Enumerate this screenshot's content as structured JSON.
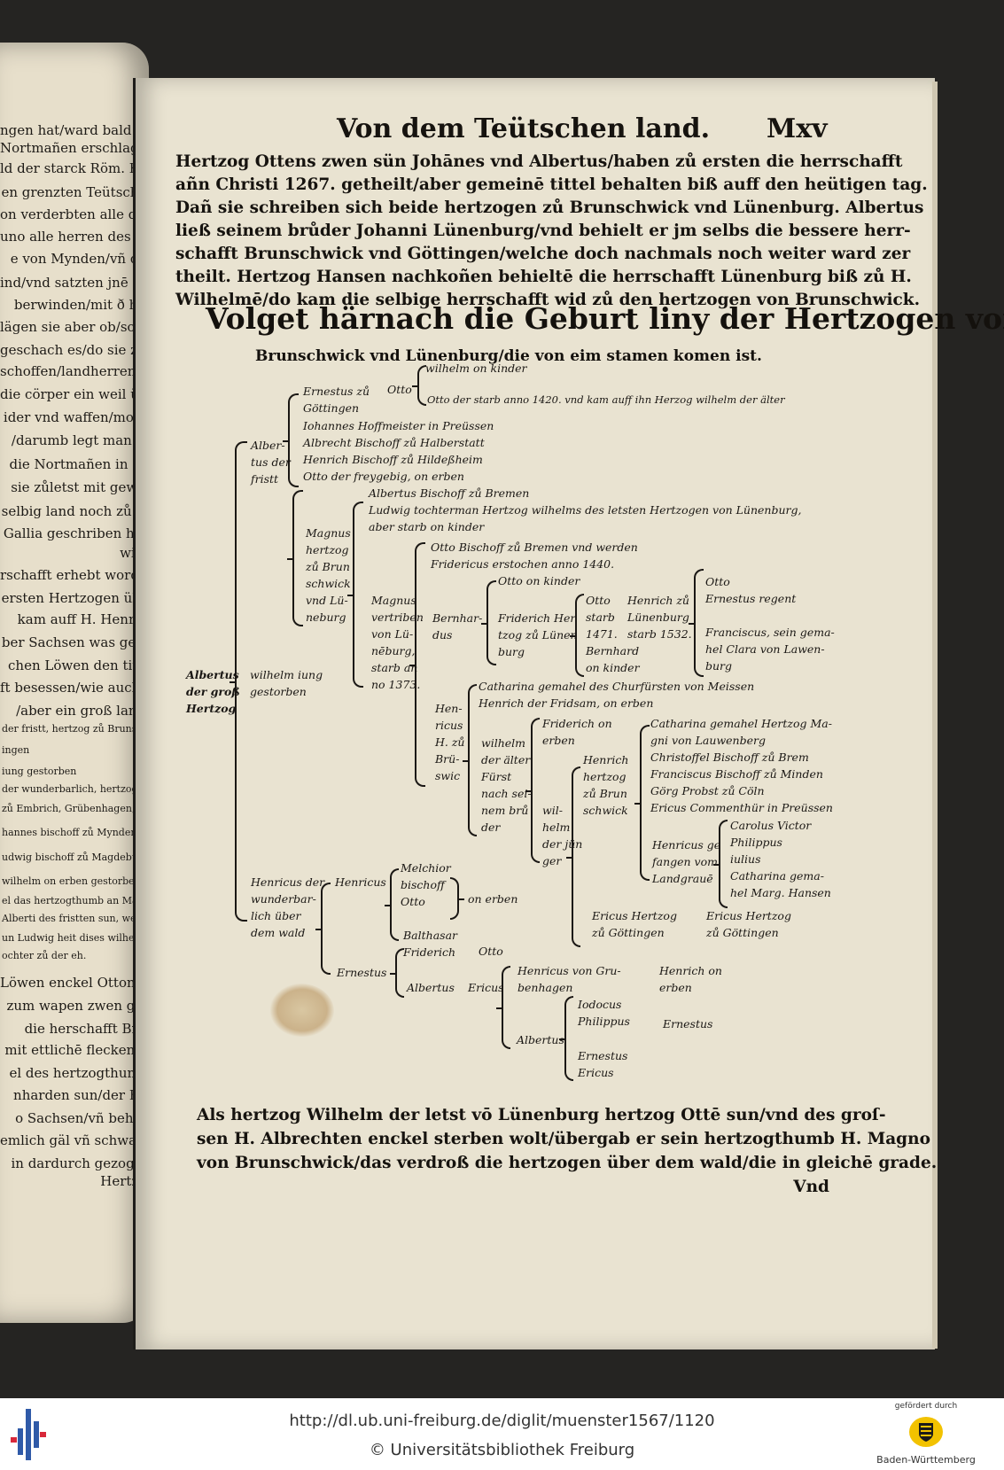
{
  "left_page": {
    "lines": [
      "ngen hat/ward bald her",
      "Nortmañen erschlagen/",
      "ld der starck Röm. Key.",
      "en grenzten Teütschen",
      "on verderbten alle ding",
      "uno alle herren des lāds/",
      "e von Mynden/vñ den",
      "ind/vnd satzten jnē auch",
      "berwinden/mit ð hoff",
      "lägen sie aber ob/so wol",
      "geschach es/do sie zů bei",
      "schoffen/landherren/rit",
      "die cörper ein weil über",
      "ider vnd waffen/mocht",
      "/darumb legt man sie",
      "die Nortmañen in Gal",
      "sie zůletst mit gewalt",
      "selbig land noch zů zei",
      "Gallia geschriben hab.",
      "wick.",
      "rschafft erhebt worden",
      "ersten Hertzogen über",
      "kam auff H. Henrich",
      "ber Sachsen was gewe",
      "chen Löwen den tittel",
      "ft besessen/wie auch da",
      "/aber ein groß landt.",
      "der fristt, hertzog zů Brunschwick",
      "ingen",
      "iung gestorben",
      "der wunderbarlich, hertzog über",
      "zů Embrich, Grübenhagen, &c.",
      "hannes bischoff zů Mynden",
      "udwig bischoff zů Magdeburg",
      "wilhelm on erben gestorben, do",
      "el das hertzogthumb an Magnum",
      "Alberti des fristten sun, welcher",
      "un Ludwig heit dises wilhelmen",
      "ochter zů der eh.",
      "Löwen enckel Ottonem",
      "zum wapen zwen gäle",
      "die herschafft Brun",
      "mit ettlichē flecken/wi",
      "el des hertzogthumbs",
      "nharden sun/der Her",
      "o Sachsen/vñ behielt",
      "emlich gäl vñ schwartz",
      "in dardurch gezogen.",
      "Hertzog"
    ]
  },
  "header": {
    "title": "Von dem Teütschen land.",
    "folio": "Mxv"
  },
  "intro": [
    "Hertzog Ottens zwen sün Johānes vnd Albertus/haben zů ersten die herrschafft",
    "añn Christi 1267. getheilt/aber gemeinē tittel behalten biß auff den heütigen tag.",
    "Dañ sie schreiben sich beide hertzogen zů Brunschwick vnd Lünenburg. Albertus",
    "ließ seinem brůder Johanni Lünenburg/vnd behielt er jm selbs die bessere herr-",
    "schafft Brunschwick vnd Göttingen/welche doch nachmals noch weiter ward zer",
    "theilt. Hertzog Hansen nachkoñen behieltē die herrschafft Lünenburg biß zů H.",
    "Wilhelmē/do kam die selbige herrschafft wid zů den hertzogen von Brunschwick."
  ],
  "genealogy": {
    "title": "Volget härnach die Geburt liny der Hertzogen von",
    "subtitle": "Brunschwick vnd Lünenburg/die von eim stamen komen ist.",
    "otto_wilhelm": "wilhelm on kinder",
    "otto_label": "Otto",
    "otto_died": "Otto der starb anno 1420. vnd kam auff ihn Herzog wilhelm der älter",
    "ernestus_gott": [
      "Ernestus zů",
      "Göttingen"
    ],
    "albertus_sons": [
      "Iohannes Hoffmeister in Preüssen",
      "Albrecht Bischoff zů Halberstatt",
      "Henrich Bischoff zů Hildeßheim",
      "Otto der freygebig, on erben"
    ],
    "albertus_fristt": [
      "Alber-",
      "tus der",
      "fristt"
    ],
    "magnus_sons": [
      "Albertus Bischoff zů Bremen",
      "Ludwig tochterman Hertzog wilhelms des letsten Hertzogen von Lünenburg,",
      "aber starb on kinder"
    ],
    "magnus": [
      "Magnus",
      "hertzog",
      "zů Brun",
      "schwick",
      "vnd Lü-",
      "neburg"
    ],
    "magnus_vert": [
      "Magnus",
      "vertriben",
      "von Lü-",
      "nēburg,",
      "starb an",
      "no 1373."
    ],
    "bernhard_sons": [
      "Otto Bischoff zů Bremen vnd werden",
      "Fridericus erstochen anno 1440."
    ],
    "otto_on_kinder": "Otto on kinder",
    "bernhardus": [
      "Bernhar-",
      "dus"
    ],
    "friderich_her": [
      "Friderich Her",
      "tzog zů Lünen",
      "burg"
    ],
    "otto_starb": [
      "Otto",
      "starb",
      "1471."
    ],
    "bernhard_on": [
      "Bernhard",
      "on kinder"
    ],
    "henrich_lun": [
      "Henrich zů",
      "Lünenburg",
      "starb 1532."
    ],
    "henrich_sons": [
      "Otto",
      "Ernestus regent",
      "",
      "Franciscus, sein gema-",
      "hel Clara von Lawen-",
      "burg"
    ],
    "albertus_gross": [
      "Albertus",
      "der groß",
      "Hertzog"
    ],
    "wilhelm_iung": [
      "wilhelm iung",
      "gestorben"
    ],
    "henricus_sons": [
      "Catharina gemahel des Churfürsten von Meissen",
      "Henrich der Fridsam, on erben"
    ],
    "henricus": [
      "Hen-",
      "ricus",
      "H. zů",
      "Brü-",
      "swic"
    ],
    "wilhelm_alter": [
      "wilhelm",
      "der älter",
      "Fürst",
      "nach sei-",
      "nem brů",
      "der"
    ],
    "friderich_on": [
      "Friderich on",
      "erben"
    ],
    "wilhelm_iunger": [
      "wil-",
      "helm",
      "der jün",
      "ger"
    ],
    "henrich_brun": [
      "Henrich",
      "hertzog",
      "zů Brun",
      "schwick"
    ],
    "henrich_kids": [
      "Catharina gemahel Hertzog Ma-",
      "gni von Lauwenberg",
      "Christoffel Bischoff zů Brem",
      "Franciscus Bischoff zů Minden",
      "Görg Probst zů Cöln",
      "Ericus Commenthür in Preüssen"
    ],
    "henricus_gef": [
      "Henricus ge",
      "fangen vom",
      "Landgrauē"
    ],
    "carolus": [
      "Carolus Victor",
      "Philippus",
      "iulius",
      "Catharina gema-",
      "hel Marg. Hansen"
    ],
    "ericus_1": [
      "Ericus Hertzog",
      "zů Göttingen"
    ],
    "ericus_2": [
      "Ericus Hertzog",
      "zů Göttingen"
    ],
    "henricus_wunder": [
      "Henricus der",
      "wunderbar-",
      "lich über",
      "dem wald"
    ],
    "henricus_son": "Henricus",
    "melchior": [
      "Melchior",
      "bischoff",
      "Otto"
    ],
    "on_erben": "on erben",
    "balthasar": [
      "Balthasar",
      "Friderich"
    ],
    "otto_lone": "Otto",
    "ernestus": "Ernestus",
    "albertus_lone": "Albertus",
    "ericus": "Ericus",
    "henricus_grub": [
      "Henricus von Gru-",
      "benhagen"
    ],
    "henrich_on": [
      "Henrich on",
      "erben"
    ],
    "albertus_b": "Albertus",
    "iodocus": [
      "Iodocus",
      "Philippus"
    ],
    "ernestus_b": "Ernestus",
    "ernestus_ericus": [
      "Ernestus",
      "Ericus"
    ]
  },
  "closing": [
    "Als hertzog Wilhelm der letst vō Lünenburg hertzog Ottē sun/vnd des groſ-",
    "sen H. Albrechten enckel sterben wolt/übergab er sein hertzogthumb H. Magno",
    "von Brunschwick/das verdroß die hertzogen über dem wald/die in gleichē grade.",
    "Vnd"
  ],
  "footer": {
    "url": "http://dl.ub.uni-freiburg.de/diglit/muenster1567/1120",
    "copyright": "© Universitätsbibliothek Freiburg",
    "funded_by": "gefördert durch",
    "state": "Baden-Württemberg"
  },
  "colors": {
    "paper": "#e9e3d1",
    "ink": "#16130f",
    "logo_blue": "#2f5aa8",
    "logo_red": "#d8283a",
    "crest_gold": "#f2c200"
  }
}
